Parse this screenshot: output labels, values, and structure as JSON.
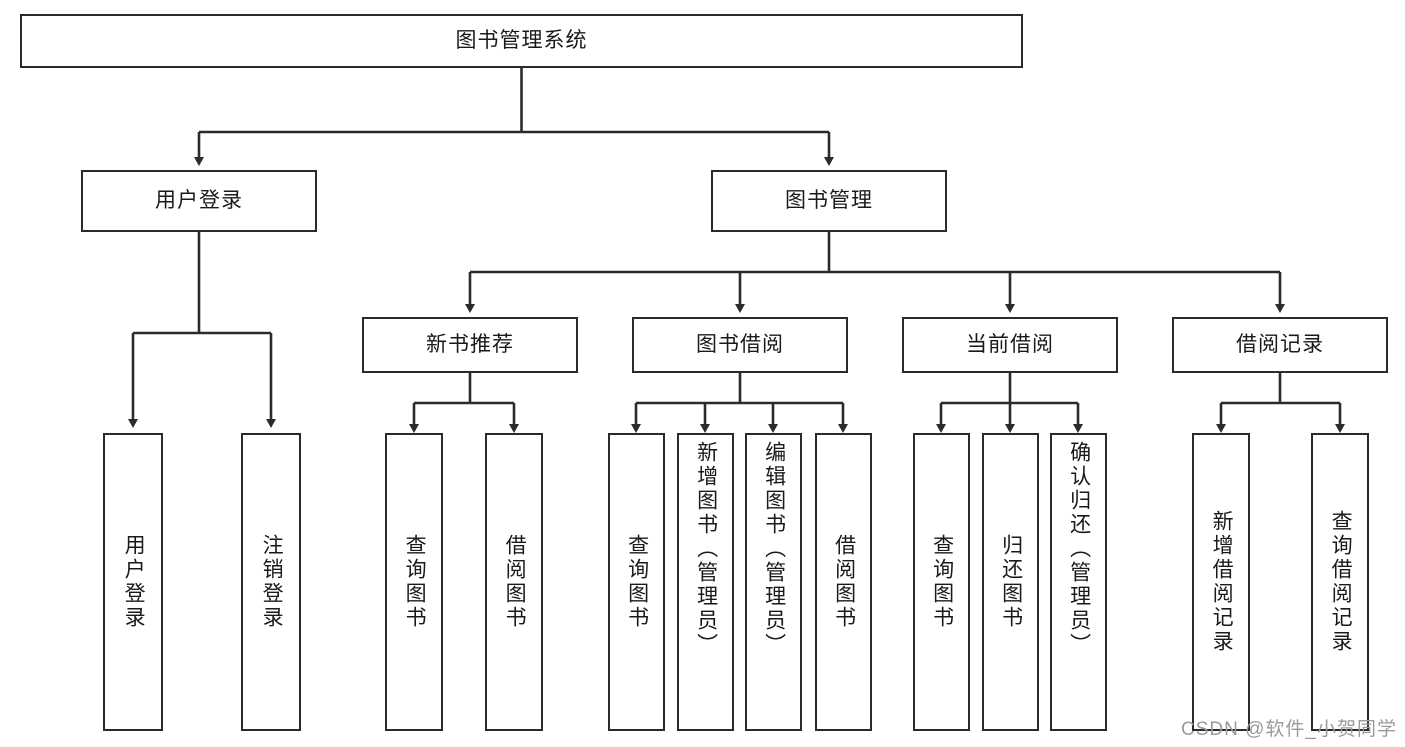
{
  "diagram": {
    "type": "tree-hierarchy",
    "title": "图书管理系统",
    "root": {
      "id": "root",
      "label": "图书管理系统"
    },
    "level2": [
      {
        "id": "user-login",
        "label": "用户登录"
      },
      {
        "id": "book-manage",
        "label": "图书管理"
      }
    ],
    "level3": [
      {
        "id": "new-book-recommend",
        "label": "新书推荐",
        "parent": "book-manage"
      },
      {
        "id": "book-borrow",
        "label": "图书借阅",
        "parent": "book-manage"
      },
      {
        "id": "current-borrow",
        "label": "当前借阅",
        "parent": "book-manage"
      },
      {
        "id": "borrow-record",
        "label": "借阅记录",
        "parent": "book-manage"
      }
    ],
    "leaves": [
      {
        "id": "leaf-user-login",
        "label": "用户登录",
        "parent": "user-login",
        "align": "middle"
      },
      {
        "id": "leaf-user-logout",
        "label": "注销登录",
        "parent": "user-login",
        "align": "middle"
      },
      {
        "id": "leaf-query-book-1",
        "label": "查询图书",
        "parent": "new-book-recommend",
        "align": "middle"
      },
      {
        "id": "leaf-borrow-book-1",
        "label": "借阅图书",
        "parent": "new-book-recommend",
        "align": "middle"
      },
      {
        "id": "leaf-query-book-2",
        "label": "查询图书",
        "parent": "book-borrow",
        "align": "middle"
      },
      {
        "id": "leaf-add-book",
        "label": "新增图书（管理员）",
        "parent": "book-borrow",
        "align": "top"
      },
      {
        "id": "leaf-edit-book",
        "label": "编辑图书（管理员）",
        "parent": "book-borrow",
        "align": "top"
      },
      {
        "id": "leaf-borrow-book-2",
        "label": "借阅图书",
        "parent": "book-borrow",
        "align": "middle"
      },
      {
        "id": "leaf-query-book-3",
        "label": "查询图书",
        "parent": "current-borrow",
        "align": "middle"
      },
      {
        "id": "leaf-return-book",
        "label": "归还图书",
        "parent": "current-borrow",
        "align": "middle"
      },
      {
        "id": "leaf-confirm-return",
        "label": "确认归还（管理员）",
        "parent": "current-borrow",
        "align": "top"
      },
      {
        "id": "leaf-add-record",
        "label": "新增借阅记录",
        "parent": "borrow-record",
        "align": "middle"
      },
      {
        "id": "leaf-query-record",
        "label": "查询借阅记录",
        "parent": "borrow-record",
        "align": "middle"
      }
    ],
    "colors": {
      "stroke": "#2b2b2b",
      "fill": "#ffffff",
      "text": "#1a1a1a",
      "watermark": "#9a9a9a"
    }
  },
  "watermark": {
    "text": "CSDN @软件_小贺同学"
  }
}
